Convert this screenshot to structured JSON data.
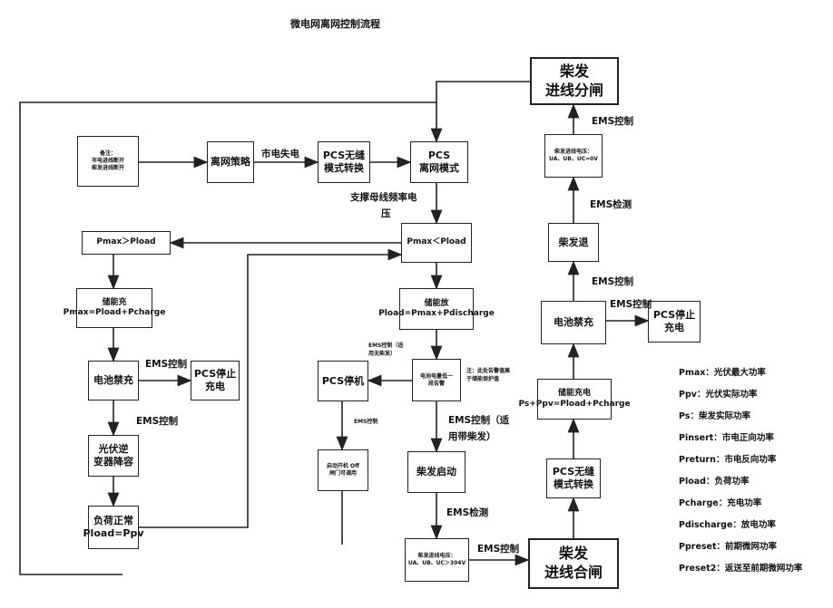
{
  "title": "微电网离网控制流程",
  "boxes": {
    "note": "备注：\n市电进线断开\n柴发进线断开",
    "offgrid": "离网策略",
    "pcs_switch1": "PCS无缝\n模式转换",
    "pcs_offgrid": "PCS\n离网模式",
    "pmax_gt": "Pmax＞Pload",
    "pmax_lt": "Pmax＜Pload",
    "charge": "储能充\nPmax=Pload+Pcharge",
    "discharge": "储能放\nPload=Pmax+Pdischarge",
    "ban_charge": "电池禁充",
    "pcs_stop1": "PCS停止\n充电",
    "pv_derate": "光伏逆\n变器降容",
    "load_normal": "负荷正常\nPload=Ppv",
    "pcs_shutdown": "PCS停机",
    "battery_low": "电池电量低一\n段告警",
    "restart": "启动开机 Off\n闸门可调用",
    "diesel_start": "柴发启动",
    "diesel_check": "柴发进线电压：\nUA、UB、UC＞304V",
    "diesel_close": "柴发\n进线合闸",
    "pcs_switch2": "PCS无缝\n模式转换",
    "store_charge": "储能充电\nPs+Ppv=Pload+Pcharge",
    "ban_charge2": "电池禁充",
    "pcs_stop2": "PCS停止\n充电",
    "diesel_exit": "柴发退",
    "diesel_v2": "柴发进线电压：\nUA、UB、UC=0V",
    "diesel_open": "柴发\n进线分闸"
  },
  "labels": {
    "grid_loss": "市电失电",
    "support_bus": "支撑母线频率电",
    "support_bus2": "压",
    "ems_ctrl_a": "EMS控制",
    "ems_ctrl_b": "EMS控制",
    "ems_ctrl_apply": "EMS控制（适",
    "ems_ctrl_apply2": "用带柴发）",
    "ems_ctrl_tiny": "EMS控制（适\n用无柴发）",
    "ems_tiny2": "EMS控制",
    "note_tiny": "注：此处告警值高\n于储能保护值",
    "ems_detect1": "EMS检测",
    "ems_ctrl_close": "EMS控制",
    "ems_ctrl_r1": "EMS控制",
    "ems_detect2": "EMS检测",
    "ems_ctrl_r2": "EMS控制",
    "ems_ctrl_r3": "EMS控制"
  },
  "legend": [
    {
      "symbol": "Pmax：",
      "desc": "光伏最大功率"
    },
    {
      "symbol": "Ppv：",
      "desc": "光伏实际功率"
    },
    {
      "symbol": "Ps：",
      "desc": "柴发实际功率"
    },
    {
      "symbol": "Pinsert：",
      "desc": "市电正向功率"
    },
    {
      "symbol": "Preturn：",
      "desc": "市电反向功率"
    },
    {
      "symbol": "Pload：",
      "desc": "负荷功率"
    },
    {
      "symbol": "Pcharge：",
      "desc": "充电功率"
    },
    {
      "symbol": "Pdischarge：",
      "desc": "放电功率"
    },
    {
      "symbol": "Ppreset：",
      "desc": "前期微网功率"
    },
    {
      "symbol": "Preset2：",
      "desc": "返送至前期微网功率"
    }
  ]
}
